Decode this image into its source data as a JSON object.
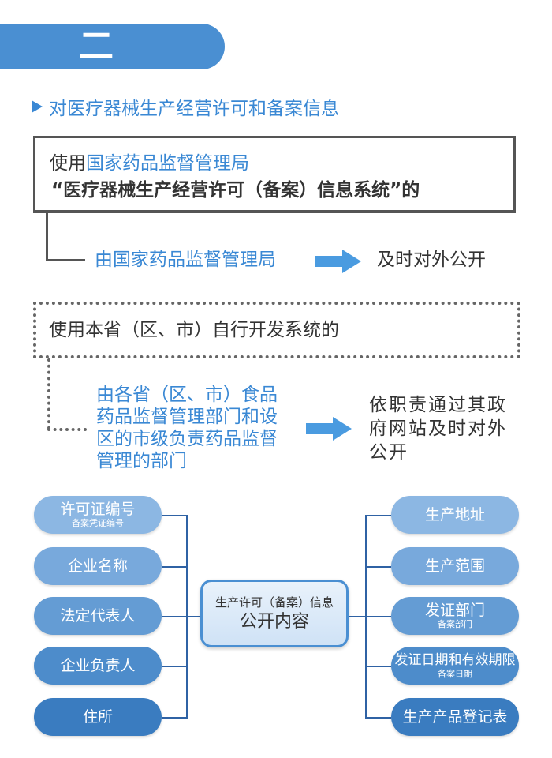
{
  "section": {
    "number": "二"
  },
  "subtitle": "对医疗器械生产经营许可和备案信息",
  "box1": {
    "line1_prefix": "使用",
    "line1_highlight": "国家药品监督管理局",
    "line2": "“医疗器械生产经营许可（备案）信息系统”的"
  },
  "flow1": {
    "by": "由国家药品监督管理局",
    "result": "及时对外公开"
  },
  "box2": {
    "text": "使用本省（区、市）自行开发系统的"
  },
  "flow2": {
    "by": "由各省（区、市）食品药品监督管理部门和设区的市级负责药品监督管理的部门",
    "result": "依职责通过其政府网站及时对外公开"
  },
  "center": {
    "line1": "生产许可（备案）信息",
    "line2": "公开内容"
  },
  "left_items": [
    {
      "label": "许可证编号",
      "sub": "备案凭证编号"
    },
    {
      "label": "企业名称",
      "sub": ""
    },
    {
      "label": "法定代表人",
      "sub": ""
    },
    {
      "label": "企业负责人",
      "sub": ""
    },
    {
      "label": "住所",
      "sub": ""
    }
  ],
  "right_items": [
    {
      "label": "生产地址",
      "sub": ""
    },
    {
      "label": "生产范围",
      "sub": ""
    },
    {
      "label": "发证部门",
      "sub": "备案部门"
    },
    {
      "label": "发证日期和有效期限",
      "sub": "备案日期"
    },
    {
      "label": "生产产品登记表",
      "sub": ""
    }
  ],
  "colors": {
    "accent": "#4a8fd2",
    "pill_light": "#8fb9e4",
    "pill_dark": "#2f6fb6"
  }
}
